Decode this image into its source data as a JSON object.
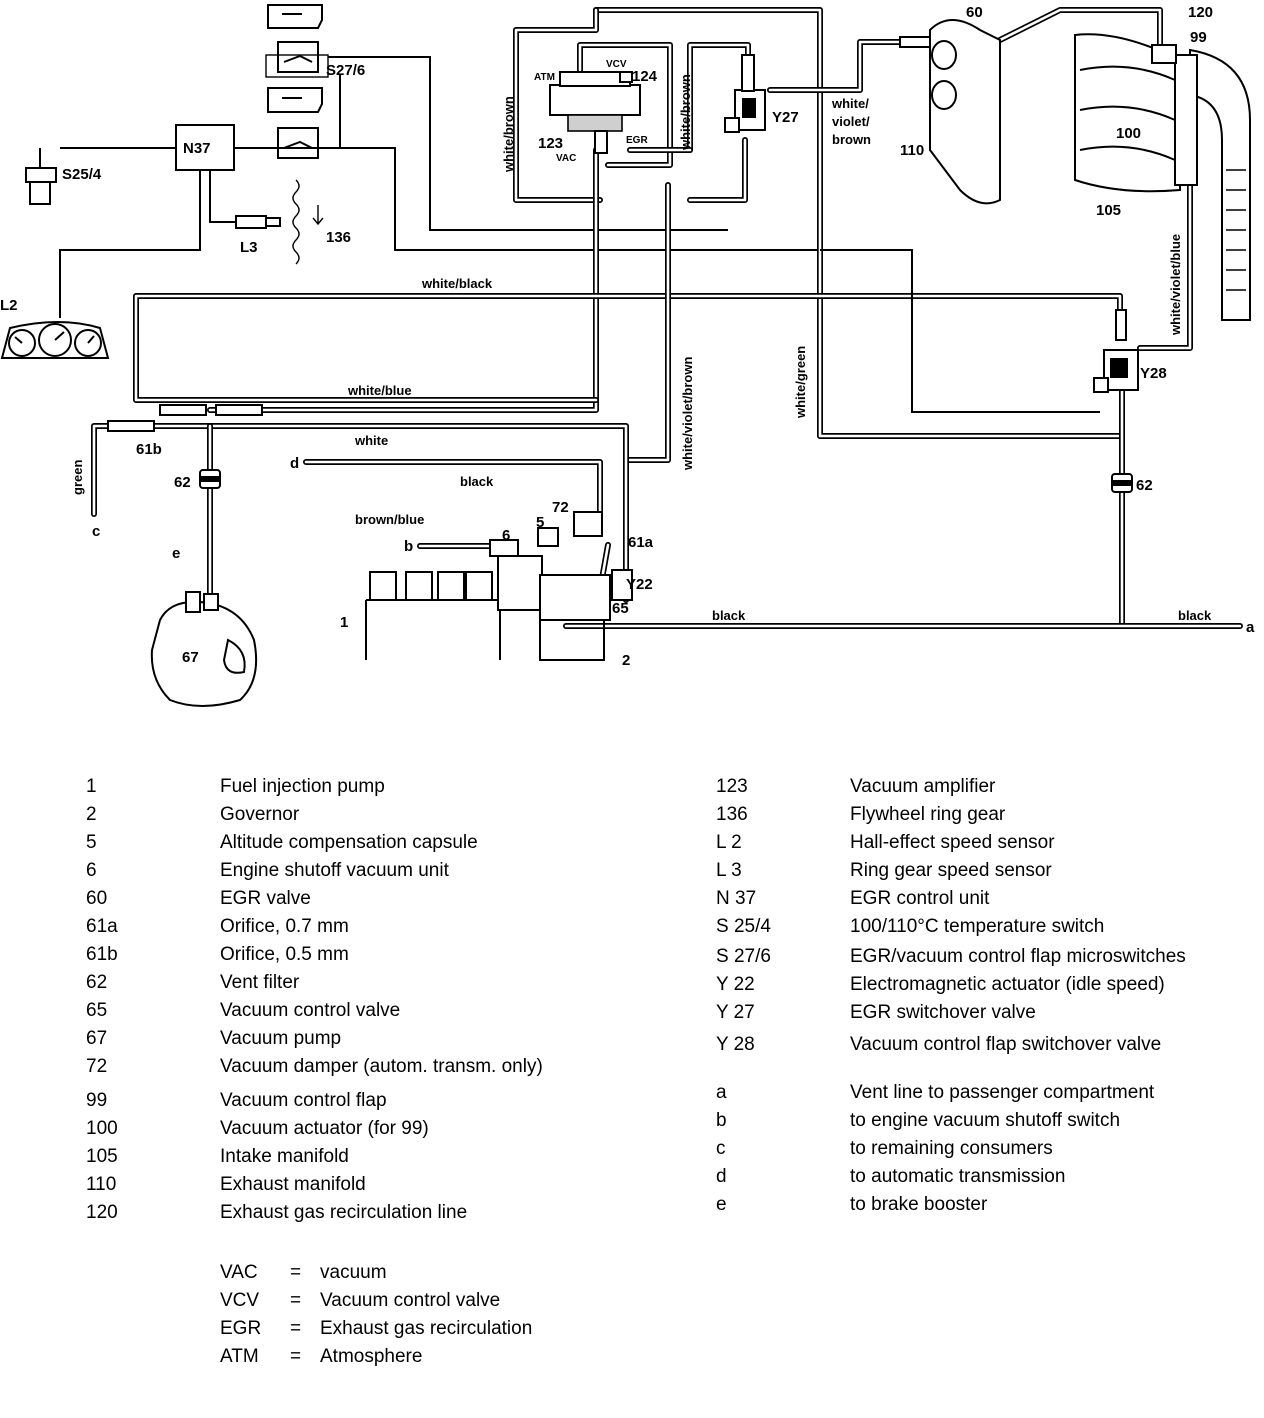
{
  "diagram": {
    "labels": {
      "s27_6": "S27/6",
      "n37": "N37",
      "s25_4": "S25/4",
      "l3": "L3",
      "l2": "L2",
      "p136": "136",
      "p123": "123",
      "p124": "124",
      "atm": "ATM",
      "vcv": "VCV",
      "vac": "VAC",
      "egr": "EGR",
      "y27": "Y27",
      "y28": "Y28",
      "y22": "Y22",
      "p60": "60",
      "p120": "120",
      "p99": "99",
      "p100": "100",
      "p105": "105",
      "p110": "110",
      "p61b": "61b",
      "p62a": "62",
      "p62b": "62",
      "p61a": "61a",
      "p65": "65",
      "p72": "72",
      "p5": "5",
      "p6": "6",
      "p67": "67",
      "p1": "1",
      "p2": "2",
      "a": "a",
      "b": "b",
      "c": "c",
      "d": "d",
      "e": "e"
    },
    "hoses": {
      "white_brown_1": "white/brown",
      "white_brown_2": "white/brown",
      "white_violet_brown_top": "white/violet/brown",
      "white_black": "white/black",
      "white_blue": "white/blue",
      "white": "white",
      "black_top": "black",
      "white_green": "white/green",
      "white_violet_brown_mid": "white/violet/brown",
      "white_violet_blue": "white/violet/blue",
      "green": "green",
      "brown_blue": "brown/blue",
      "black_left": "black",
      "black_right": "black"
    }
  },
  "legend": {
    "left": [
      {
        "code": "1",
        "desc": "Fuel injection pump"
      },
      {
        "code": "2",
        "desc": "Governor"
      },
      {
        "code": "5",
        "desc": "Altitude compensation capsule"
      },
      {
        "code": "6",
        "desc": "Engine shutoff vacuum unit"
      },
      {
        "code": "60",
        "desc": "EGR valve"
      },
      {
        "code": "61a",
        "desc": "Orifice, 0.7 mm"
      },
      {
        "code": "61b",
        "desc": "Orifice, 0.5 mm"
      },
      {
        "code": "62",
        "desc": "Vent filter"
      },
      {
        "code": "65",
        "desc": "Vacuum control valve"
      },
      {
        "code": "67",
        "desc": "Vacuum pump"
      },
      {
        "code": "72",
        "desc": "Vacuum damper (autom. transm. only)"
      },
      {
        "code": "99",
        "desc": "Vacuum control flap"
      },
      {
        "code": "100",
        "desc": "Vacuum actuator (for 99)"
      },
      {
        "code": "105",
        "desc": "Intake manifold"
      },
      {
        "code": "110",
        "desc": "Exhaust manifold"
      },
      {
        "code": "120",
        "desc": "Exhaust gas recirculation line"
      }
    ],
    "right": [
      {
        "code": "123",
        "desc": "Vacuum amplifier"
      },
      {
        "code": "136",
        "desc": "Flywheel ring gear"
      },
      {
        "code": "L 2",
        "desc": "Hall-effect speed sensor"
      },
      {
        "code": "L 3",
        "desc": "Ring gear speed sensor"
      },
      {
        "code": "N 37",
        "desc": "EGR control unit"
      },
      {
        "code": "S 25/4",
        "desc": "100/110°C temperature switch"
      },
      {
        "code": "S 27/6",
        "desc": "EGR/vacuum control flap microswitches"
      },
      {
        "code": "Y 22",
        "desc": "Electromagnetic actuator (idle speed)"
      },
      {
        "code": "Y 27",
        "desc": "EGR switchover valve"
      },
      {
        "code": "Y 28",
        "desc": "Vacuum control flap switchover valve"
      },
      {
        "code": "a",
        "desc": "Vent line to passenger compartment"
      },
      {
        "code": "b",
        "desc": "to engine vacuum shutoff switch"
      },
      {
        "code": "c",
        "desc": "to remaining consumers"
      },
      {
        "code": "d",
        "desc": "to automatic transmission"
      },
      {
        "code": "e",
        "desc": "to brake booster"
      }
    ],
    "abbreviations": [
      {
        "abbr": "VAC",
        "eq": "=",
        "meaning": "vacuum"
      },
      {
        "abbr": "VCV",
        "eq": "=",
        "meaning": "Vacuum control valve"
      },
      {
        "abbr": "EGR",
        "eq": "=",
        "meaning": "Exhaust gas recirculation"
      },
      {
        "abbr": "ATM",
        "eq": "=",
        "meaning": "Atmosphere"
      }
    ]
  }
}
